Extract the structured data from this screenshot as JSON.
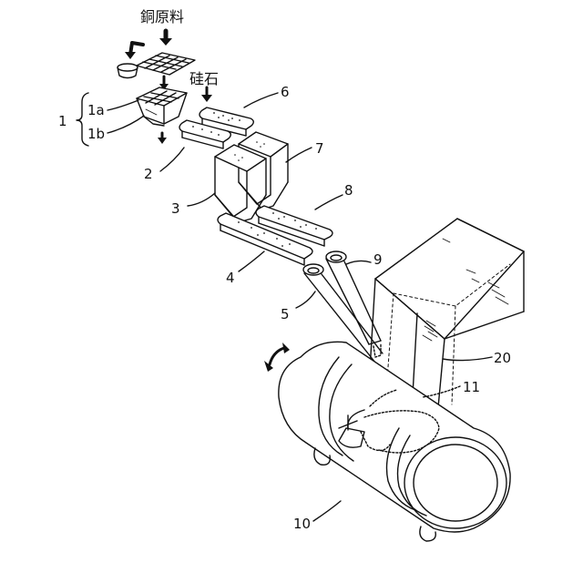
{
  "figure": {
    "materials": {
      "copper_raw": "銅原料",
      "silica_stone": "硅石"
    },
    "labels": {
      "n1": "1",
      "n1a": "1a",
      "n1b": "1b",
      "n2": "2",
      "n3": "3",
      "n4": "4",
      "n5": "5",
      "n6": "6",
      "n7": "7",
      "n8": "8",
      "n9": "9",
      "n10": "10",
      "n11": "11",
      "n20": "20"
    }
  }
}
